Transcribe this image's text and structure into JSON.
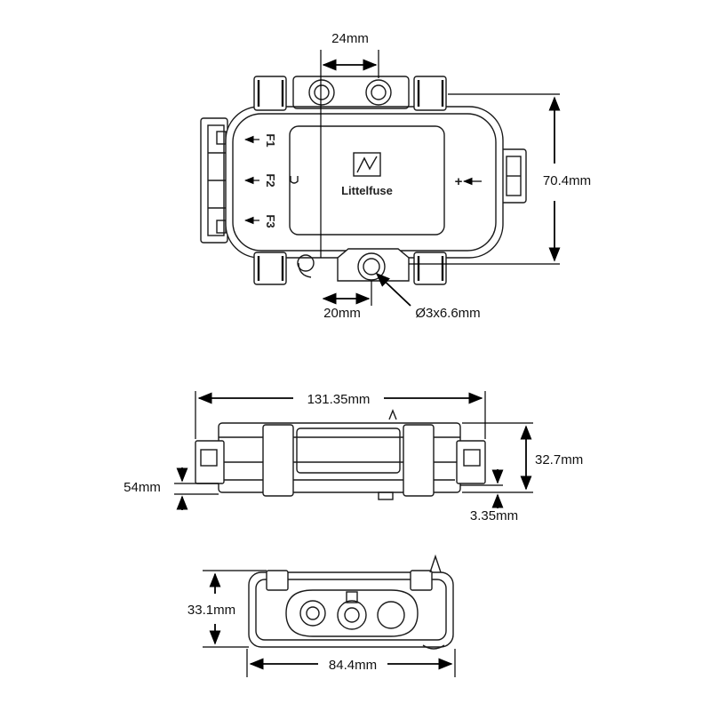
{
  "dimensions": {
    "top_view": {
      "hole_spacing": "24mm",
      "height": "70.4mm",
      "offset": "20mm",
      "hole_size": "Ø3x6.6mm"
    },
    "side_view": {
      "length": "131.35mm",
      "height": "32.7mm",
      "left_offset": "54mm",
      "bottom_offset": "3.35mm"
    },
    "end_view": {
      "height": "33.1mm",
      "width": "84.4mm"
    }
  },
  "labels": {
    "fuse_1": "F1",
    "fuse_2": "F2",
    "fuse_3": "F3",
    "input": "+",
    "brand": "Littelfuse"
  }
}
